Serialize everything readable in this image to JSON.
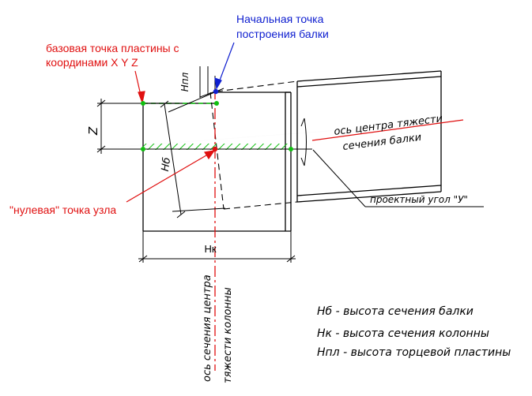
{
  "colors": {
    "line": "#000000",
    "red": "#e01010",
    "blue": "#1020d0",
    "green": "#10c010",
    "hatch": "#10c010"
  },
  "labels": {
    "base_point": [
      "базовая точка пластины с",
      "координами X Y Z"
    ],
    "start_point": [
      "Начальная точка",
      "построения балки"
    ],
    "zero_point": "\"нулевая\" точка узла",
    "beam_axis": [
      "ось центра тяжести",
      "сечения балки"
    ],
    "column_axis": [
      "ось сечения центра",
      "тяжести колонны"
    ],
    "design_angle": "проектный угол \"У\"",
    "dim_npl": "Нпл",
    "dim_z": "Z",
    "dim_nb": "Нб",
    "dim_nk": "Нк"
  },
  "legend": [
    "Нб - высота сечения балки",
    "Нк - высота сечения колонны",
    "Нпл - высота торцевой пластины"
  ]
}
